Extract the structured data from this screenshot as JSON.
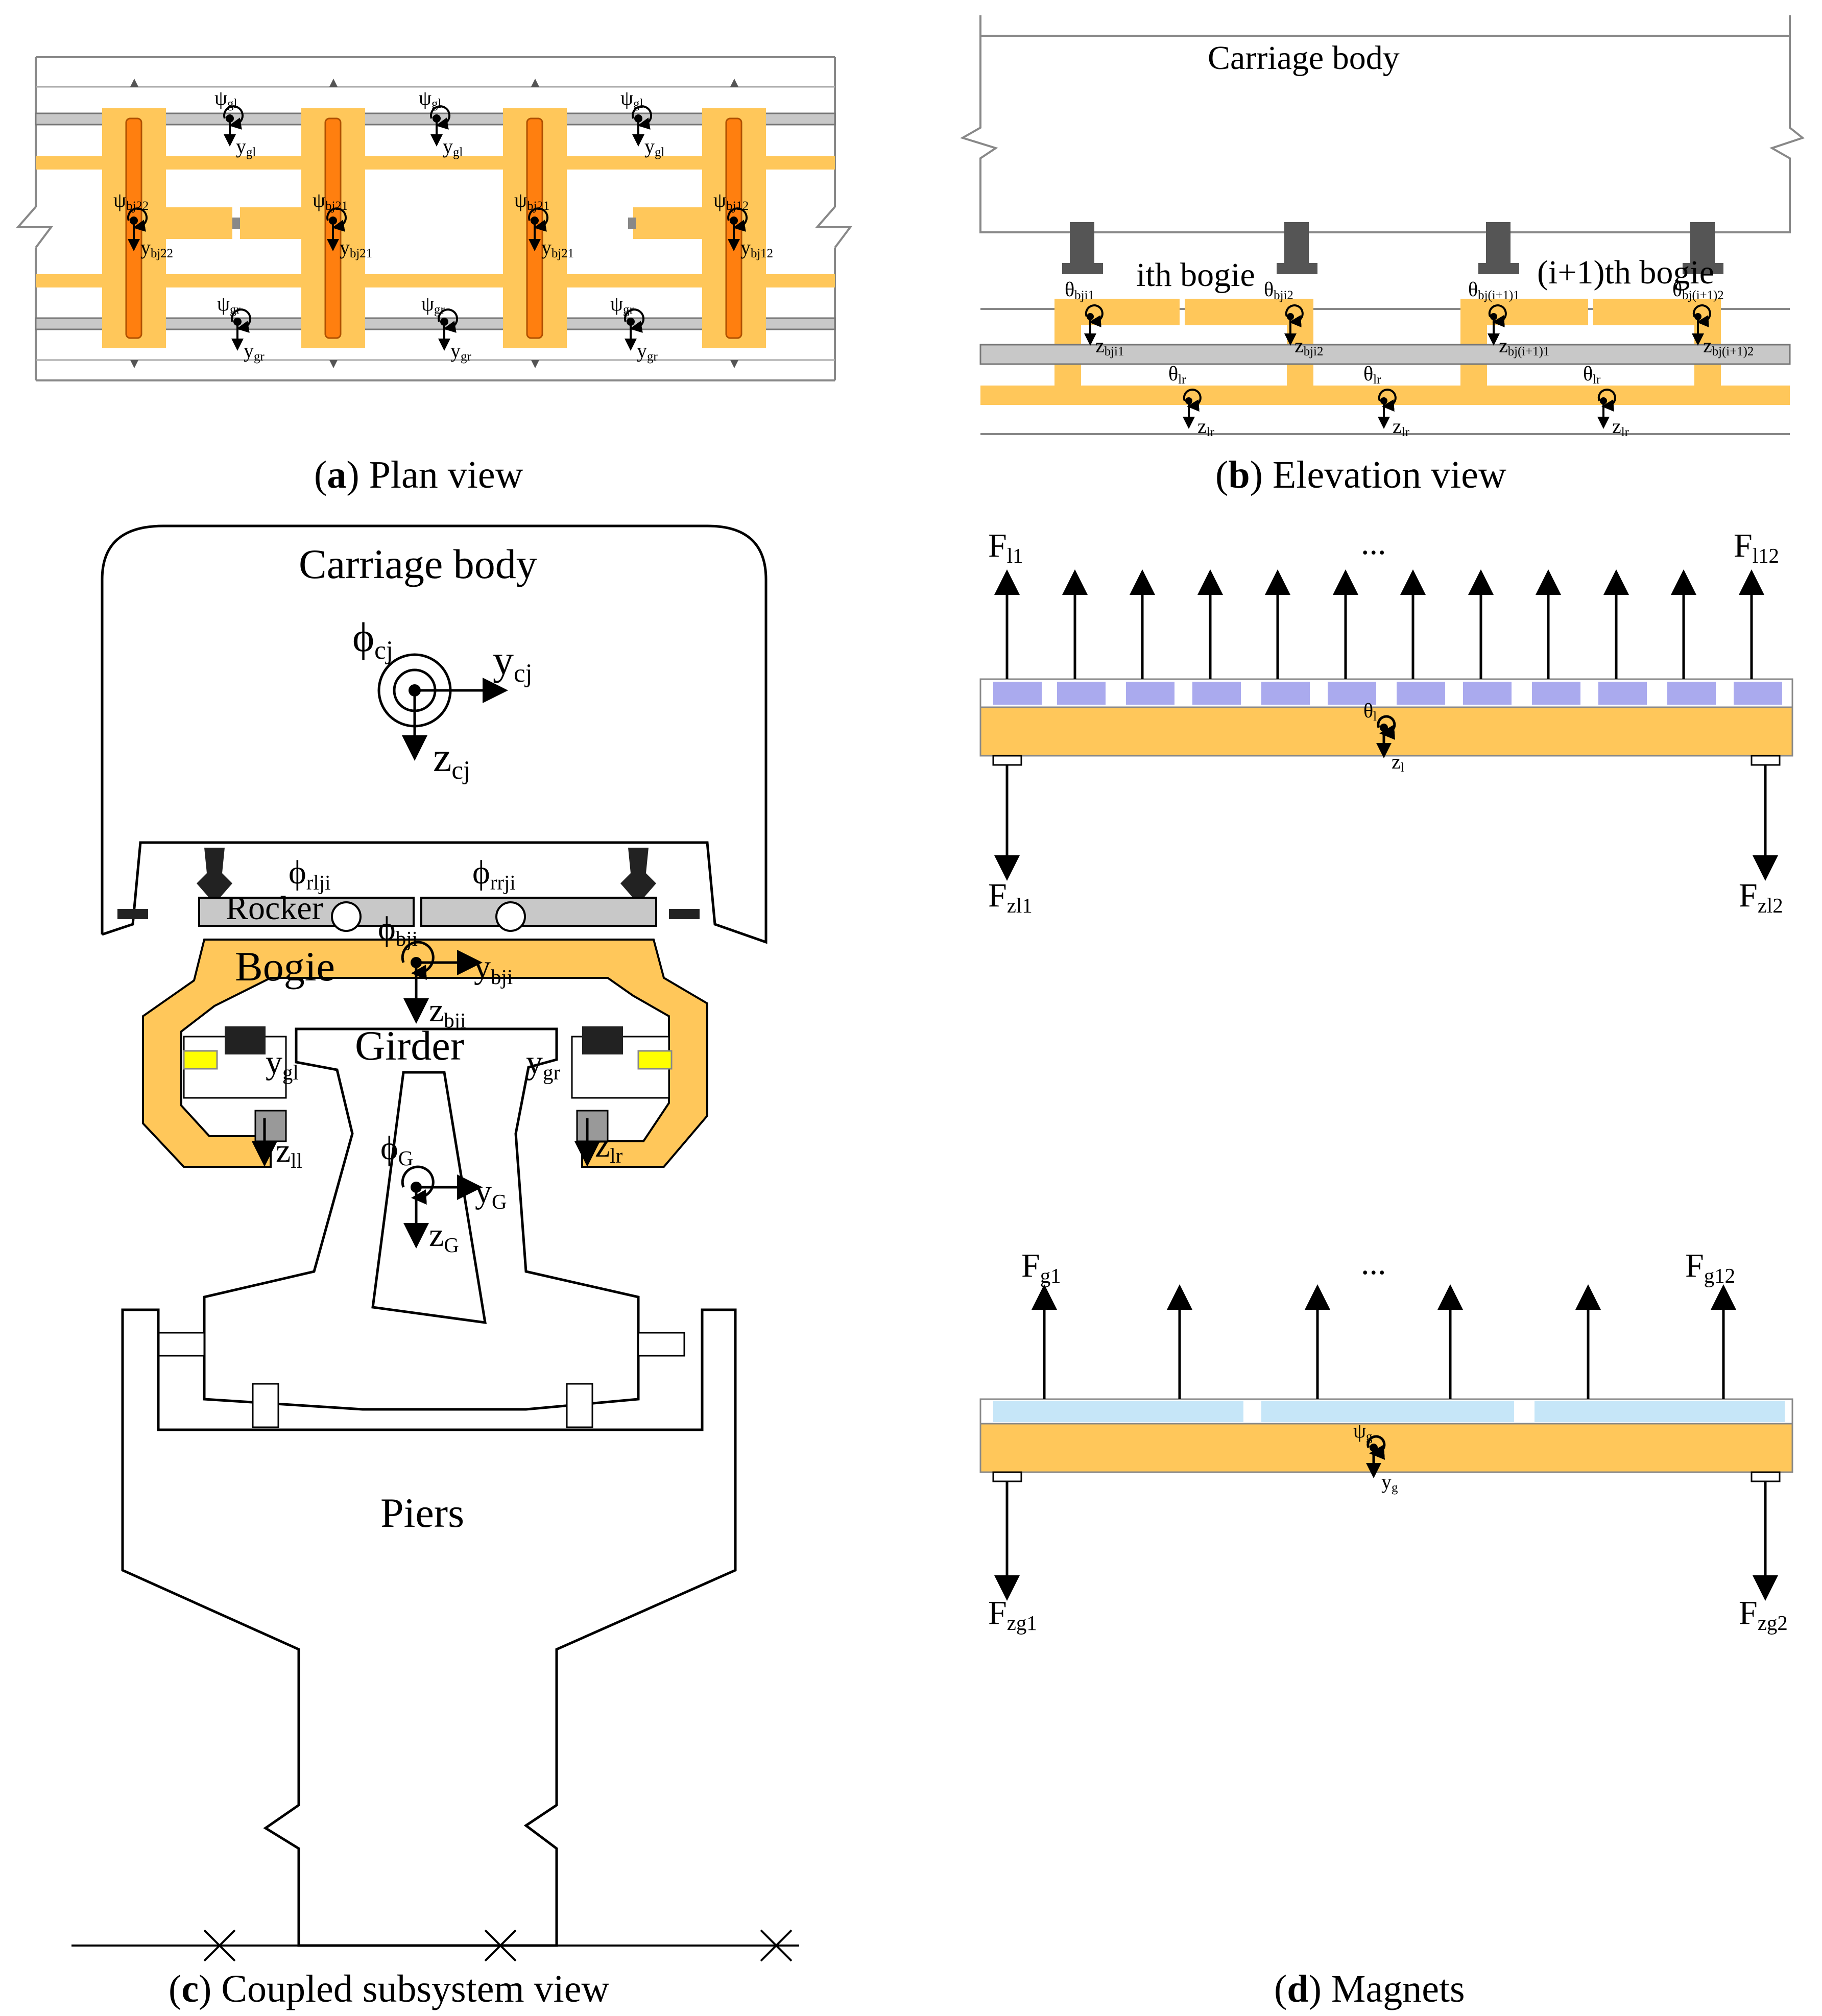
{
  "captions": {
    "a": {
      "letter": "a",
      "text": ") Plan view"
    },
    "b": {
      "letter": "b",
      "text": ") Elevation view"
    },
    "c": {
      "letter": "c",
      "text": ") Coupled subsystem view"
    },
    "d": {
      "letter": "d",
      "text": ") Magnets"
    }
  },
  "plan": {
    "psi_gl": "ψ",
    "psi_gl_sub": "gl",
    "y_gl": "y",
    "y_gl_sub": "gl",
    "psi_gr": "ψ",
    "psi_gr_sub": "gr",
    "y_gr": "y",
    "y_gr_sub": "gr",
    "bogie_subs": [
      {
        "psi": "bj22",
        "y": "bj22"
      },
      {
        "psi": "bj21",
        "y": "bj21"
      },
      {
        "psi": "bj21",
        "y": "bj21"
      },
      {
        "psi": "bj12",
        "y": "bj12"
      }
    ]
  },
  "elevation": {
    "carriage_body": "Carriage body",
    "ith_bogie": "ith bogie",
    "i1th_bogie": "(i+1)th bogie",
    "theta": "θ",
    "z": "z",
    "theta_subs": [
      "bji1",
      "bji2",
      "bj(i+1)1",
      "bj(i+1)2"
    ],
    "z_subs": [
      "bji1",
      "bji2",
      "bj(i+1)1",
      "bj(i+1)2"
    ],
    "lr_sub": "lr"
  },
  "coupled": {
    "carriage_body": "Carriage body",
    "rocker": "Rocker",
    "bogie": "Bogie",
    "girder": "Girder",
    "piers": "Piers",
    "phi": "ϕ",
    "phi_cj": "cj",
    "y_cj": "cj",
    "z_cj": "cj",
    "phi_rlji": "rlji",
    "phi_rrji": "rrji",
    "phi_bji": "bji",
    "y_bji": "bji",
    "z_bji": "bji",
    "y_gl": "gl",
    "y_gr": "gr",
    "z_ll": "ll",
    "z_lr": "lr",
    "phi_G": "G",
    "y_G": "G",
    "z_G": "G"
  },
  "magnets": {
    "F": "F",
    "ellipsis": "...",
    "F_l1": "l1",
    "F_l12": "l12",
    "F_zl1": "zl1",
    "F_zl2": "zl2",
    "theta_l": "θ",
    "theta_l_sub": "l",
    "z_l": "z",
    "z_l_sub": "l",
    "F_g1": "g1",
    "F_g12": "g12",
    "F_zg1": "zg1",
    "F_zg2": "zg2",
    "psi_g": "ψ",
    "psi_g_sub": "g",
    "y_g": "y",
    "y_g_sub": "g"
  },
  "colors": {
    "orange": "#FFC75A",
    "dark_orange": "#FF7F0F",
    "grey": "#C8C8C8",
    "purple": "#AAAAEE",
    "light_blue": "#C6E6F8",
    "yellow": "#FFFF00"
  }
}
